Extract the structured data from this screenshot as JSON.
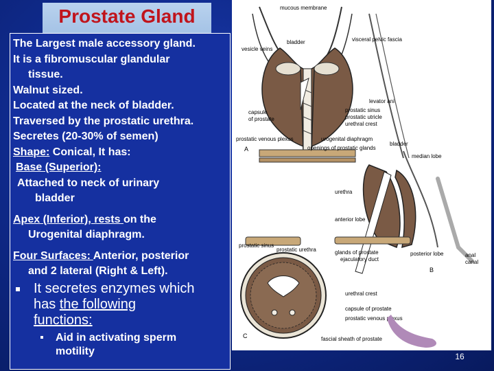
{
  "slide": {
    "title": "Prostate Gland",
    "page_number": "16",
    "lines": [
      "The Largest male accessory gland.",
      "It is a fibromuscular glandular",
      "tissue.",
      "Walnut sized.",
      "Located at the neck of bladder.",
      "Traversed by the prostatic urethra.",
      "Secretes (20-30% of semen)"
    ],
    "shape": {
      "label": "Shape:",
      "text": " Conical,  It has:"
    },
    "base": {
      "label": "Base  (Superior):",
      "line1": "Attached to neck of urinary",
      "line2": "bladder"
    },
    "apex": {
      "label": "Apex  (Inferior),  rests ",
      "text": "on  the",
      "line2": "Urogenital diaphragm."
    },
    "surfaces": {
      "label": "Four Surfaces: ",
      "text": "Anterior, posterior",
      "line2": "and 2 lateral (Right & Left)."
    },
    "bullet": {
      "line1": "It secretes enzymes which",
      "line2_plain": "has ",
      "line2_u": "the following",
      "line3": "functions:"
    },
    "sub_bullet": {
      "line1": "Aid in activating sperm",
      "line2": "motility"
    }
  },
  "figure": {
    "labels_a": [
      "mucous membrane",
      "bladder",
      "visceral pelvic fascia",
      "vesicle veins",
      "levator ani",
      "capsule",
      "of prostate",
      "prostatic sinus",
      "prostatic utricle",
      "urethral crest",
      "prostatic venous plexus",
      "urogenital diaphragm",
      "openings of prostatic glands",
      "A"
    ],
    "labels_b": [
      "bladder",
      "median lobe",
      "urethra",
      "anterior lobe",
      "prostatic sinus",
      "prostatic urethra",
      "glands of prostate",
      "posterior lobe",
      "ejaculatory duct",
      "anal",
      "canal",
      "B"
    ],
    "labels_c": [
      "urethral crest",
      "capsule of prostate",
      "prostatic venous plexus",
      "fascial sheath of prostate",
      "C"
    ]
  },
  "colors": {
    "title": "#c0141c",
    "background": "#0f2a8c",
    "text": "#ffffff",
    "gland": "#7a5a45"
  }
}
